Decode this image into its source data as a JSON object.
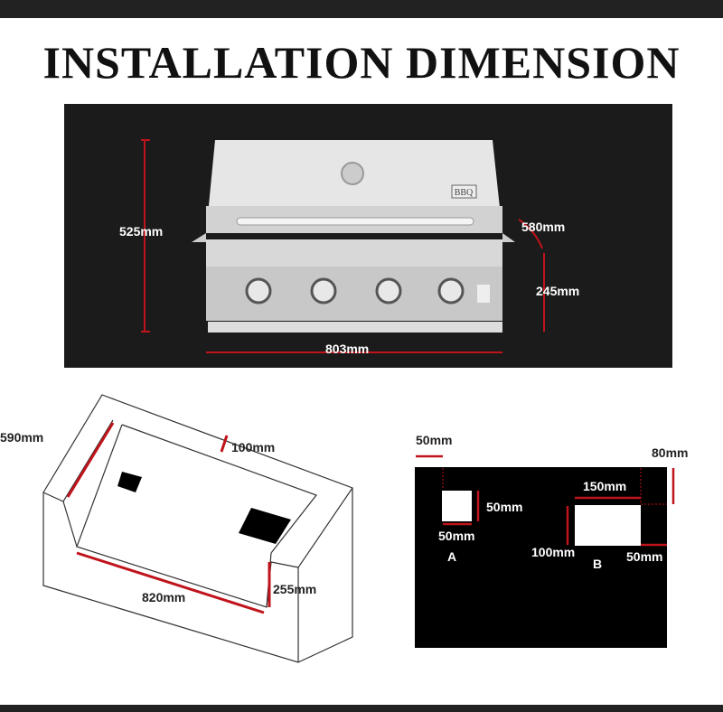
{
  "title": "INSTALLATION DIMENSION",
  "grill": {
    "height_label": "525mm",
    "depth_label": "580mm",
    "front_height_label": "245mm",
    "width_label": "803mm",
    "logo": "BBQ"
  },
  "island": {
    "depth_label": "590mm",
    "lip_label": "100mm",
    "width_label": "820mm",
    "ledge_label": "255mm"
  },
  "cutouts": {
    "a_offset_label": "50mm",
    "a_height_label": "50mm",
    "a_width_label": "50mm",
    "a_name": "A",
    "b_width_label": "150mm",
    "b_height_label": "100mm",
    "b_offset_top_label": "80mm",
    "b_offset_right_label": "50mm",
    "b_name": "B"
  },
  "colors": {
    "dimension_line": "#c0141c",
    "panel": "#1b1b1b"
  }
}
